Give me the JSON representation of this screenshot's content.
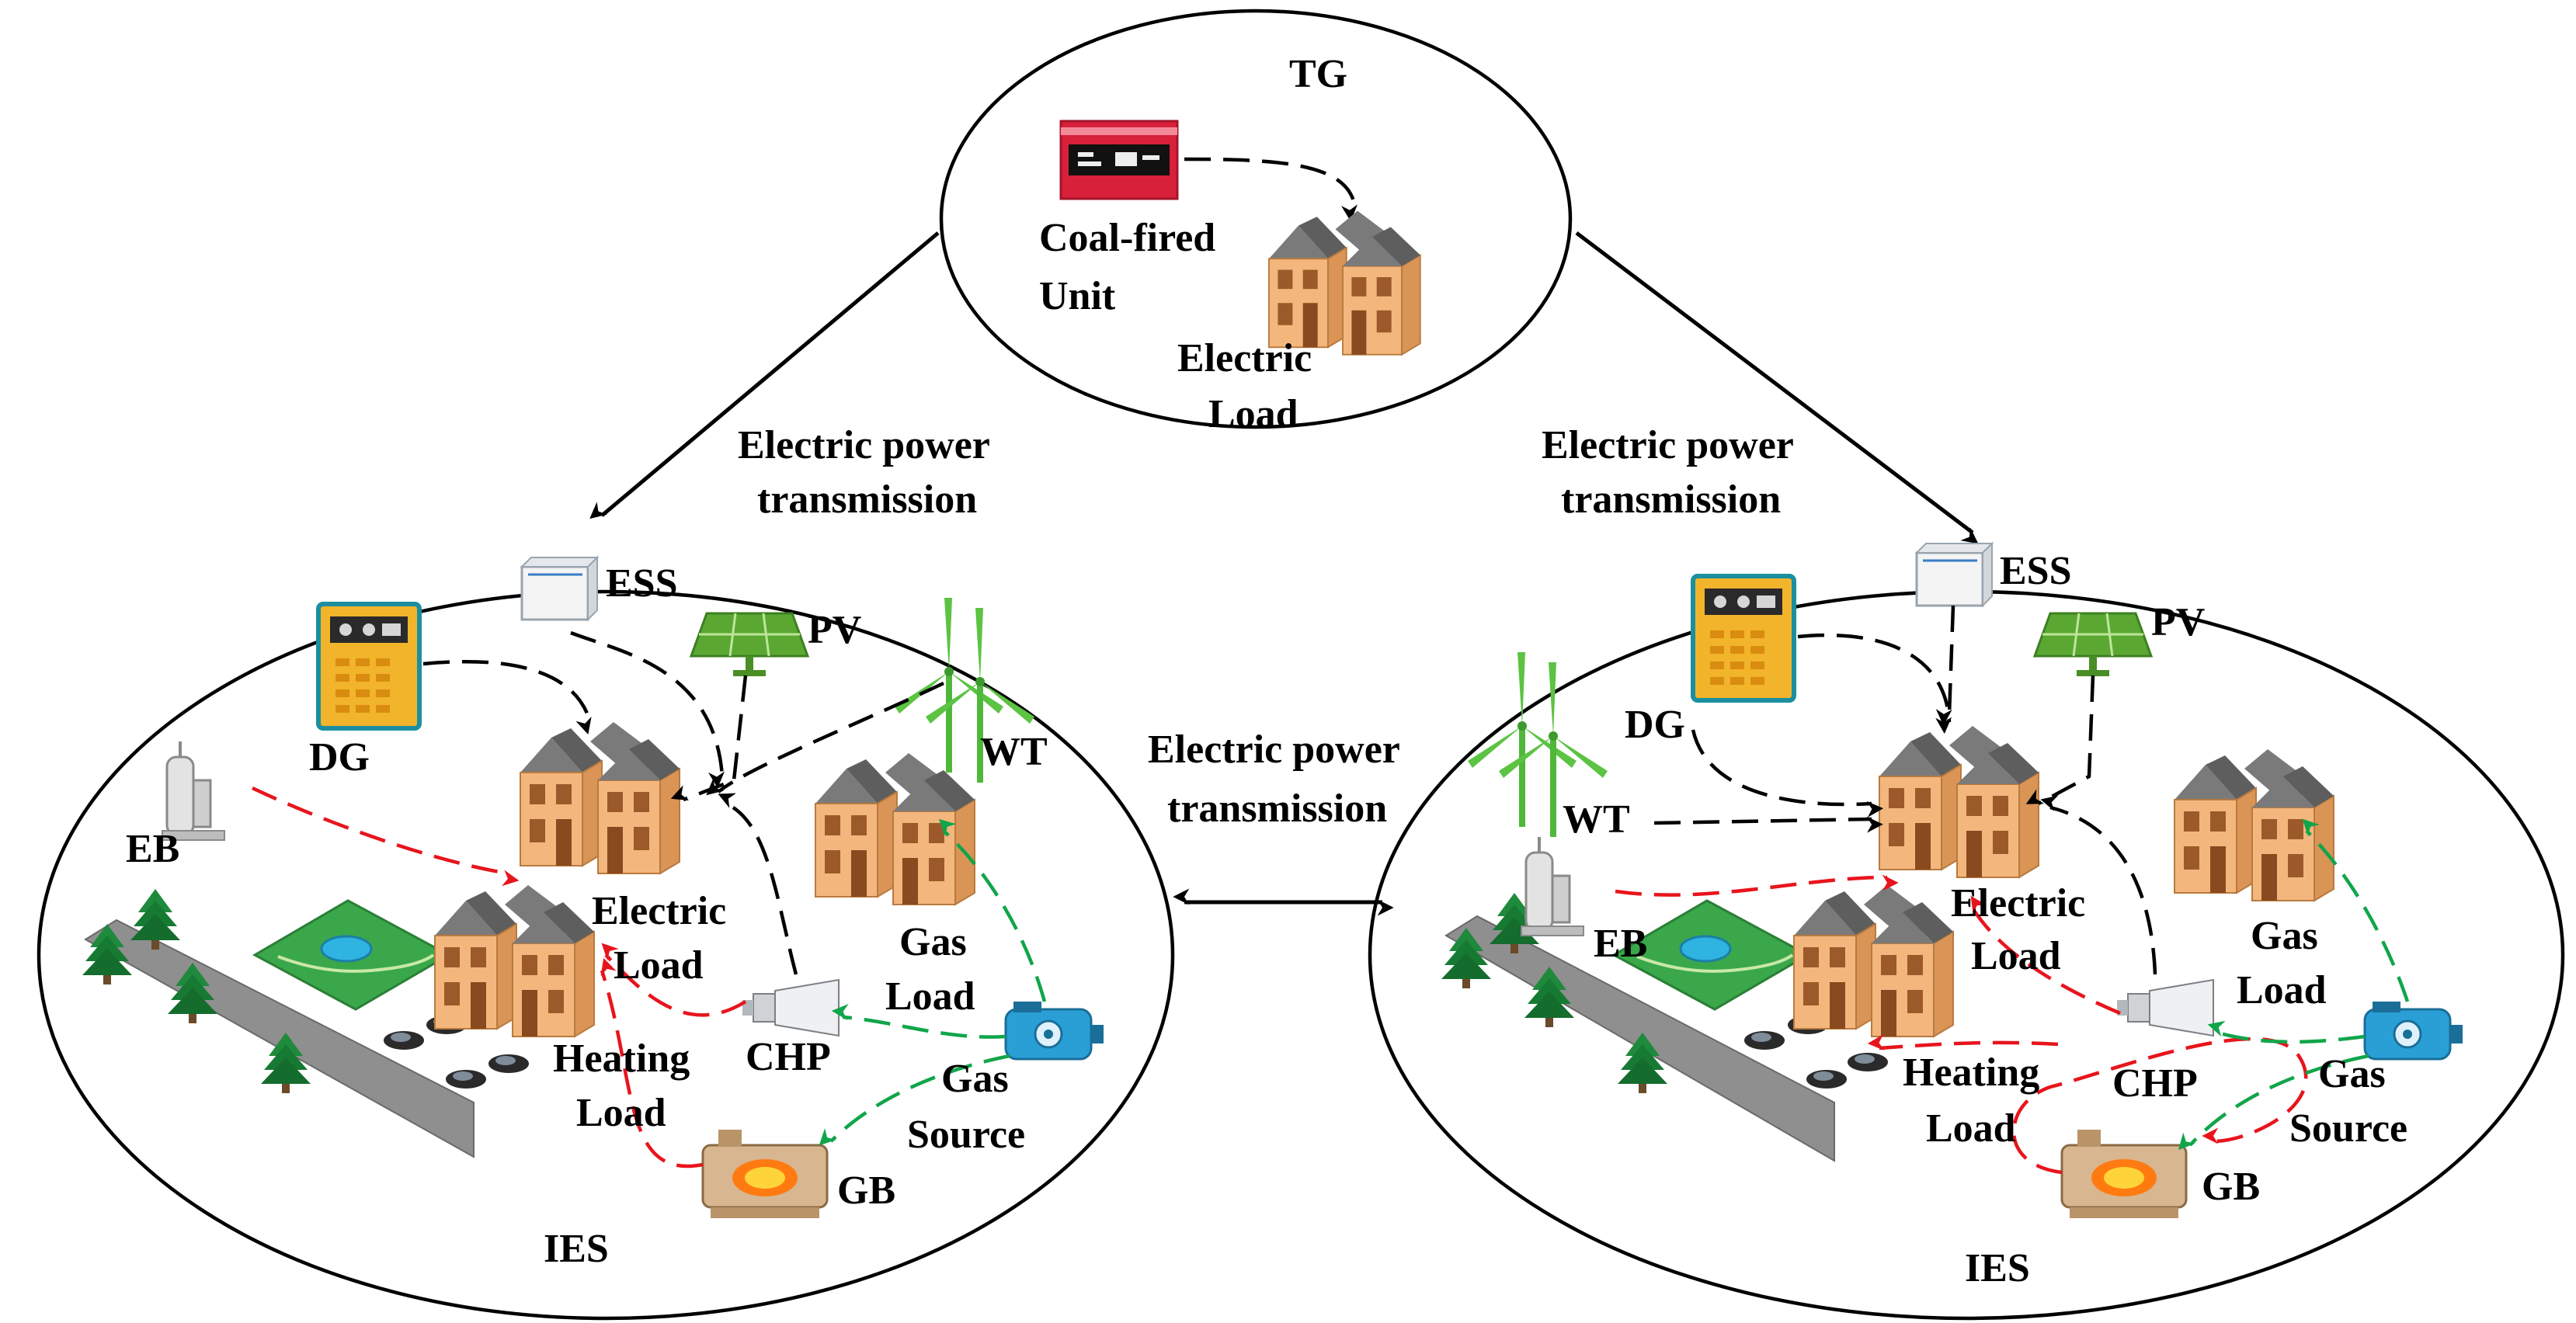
{
  "tg": {
    "title": "TG",
    "coal_line1": "Coal-fired",
    "coal_line2": "Unit",
    "load_line1": "Electric",
    "load_line2": "Load"
  },
  "links": {
    "left_line1": "Electric power",
    "left_line2": "transmission",
    "right_line1": "Electric power",
    "right_line2": "transmission",
    "mid_line1": "Electric power",
    "mid_line2": "transmission"
  },
  "ies_left": {
    "title": "IES",
    "ess": "ESS",
    "pv": "PV",
    "dg": "DG",
    "wt": "WT",
    "eb": "EB",
    "chp": "CHP",
    "gb": "GB",
    "electric_load_1": "Electric",
    "electric_load_2": "Load",
    "gas_load_1": "Gas",
    "gas_load_2": "Load",
    "heating_load_1": "Heating",
    "heating_load_2": "Load",
    "gas_source_1": "Gas",
    "gas_source_2": "Source"
  },
  "ies_right": {
    "title": "IES",
    "ess": "ESS",
    "pv": "PV",
    "dg": "DG",
    "wt": "WT",
    "eb": "EB",
    "chp": "CHP",
    "gb": "GB",
    "electric_load_1": "Electric",
    "electric_load_2": "Load",
    "gas_load_1": "Gas",
    "gas_load_2": "Load",
    "heating_load_1": "Heating",
    "heating_load_2": "Load",
    "gas_source_1": "Gas",
    "gas_source_2": "Source"
  },
  "colors": {
    "electric_flow": "#000000",
    "heat_flow": "#e8141c",
    "gas_flow": "#11a54a",
    "house_wall": "#f0b278",
    "roof": "#6d6d6d",
    "pv_panel": "#5aa832",
    "wind_turbine": "#4fb83a",
    "dg_body": "#f2b42a",
    "coal_unit": "#d8203a",
    "gas_source": "#2a9fd6"
  }
}
